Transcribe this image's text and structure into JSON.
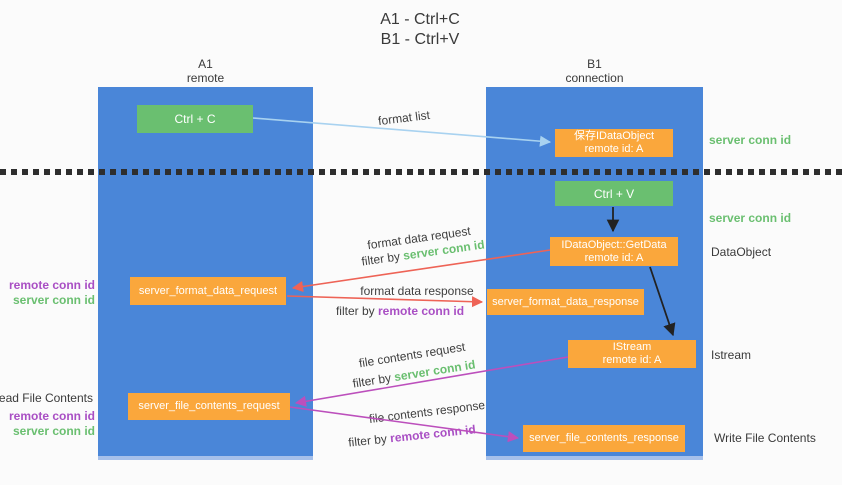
{
  "title": {
    "line1": "A1 - Ctrl+C",
    "line2": "B1 - Ctrl+V"
  },
  "columns": {
    "left": {
      "name": "A1",
      "role": "remote"
    },
    "right": {
      "name": "B1",
      "role": "connection"
    }
  },
  "boxes": {
    "ctrl_c": {
      "label": "Ctrl + C"
    },
    "save_idataobject": {
      "line1": "保存IDataObject",
      "line2": "remote id: A"
    },
    "ctrl_v": {
      "label": "Ctrl + V"
    },
    "getdata": {
      "line1": "IDataObject::GetData",
      "line2": "remote id: A"
    },
    "format_request": {
      "label": "server_format_data_request"
    },
    "format_response": {
      "label": "server_format_data_response"
    },
    "istream": {
      "line1": "IStream",
      "line2": "remote id: A"
    },
    "file_request": {
      "label": "server_file_contents_request"
    },
    "file_response": {
      "label": "server_file_contents_response"
    }
  },
  "flow_labels": {
    "format_list": "format list",
    "format_data_request": "format data request",
    "format_data_response": "format data response",
    "file_contents_request": "file contents request",
    "file_contents_response": "file contents response",
    "filter_by": "filter by",
    "server_conn_id": "server conn id",
    "remote_conn_id": "remote conn id"
  },
  "side_labels": {
    "server_conn_id_top": "server conn id",
    "server_conn_id_mid": "server conn id",
    "dataobject": "DataObject",
    "istream": "Istream",
    "write_file_contents": "Write File Contents",
    "read_file_contents": "Read File Contents",
    "remote_conn_id": "remote conn id",
    "server_conn_id": "server conn id"
  },
  "colors": {
    "column_blue": "#4a86d8",
    "box_green": "#6abf70",
    "box_orange": "#faa73c",
    "arrow_blue": "#a8d2f0",
    "arrow_red": "#ee6356",
    "arrow_magenta": "#bc4fbc",
    "arrow_black": "#222222",
    "text_green": "#6abf70",
    "text_purple": "#a94fc4",
    "text_dark": "#3a3a3a"
  }
}
